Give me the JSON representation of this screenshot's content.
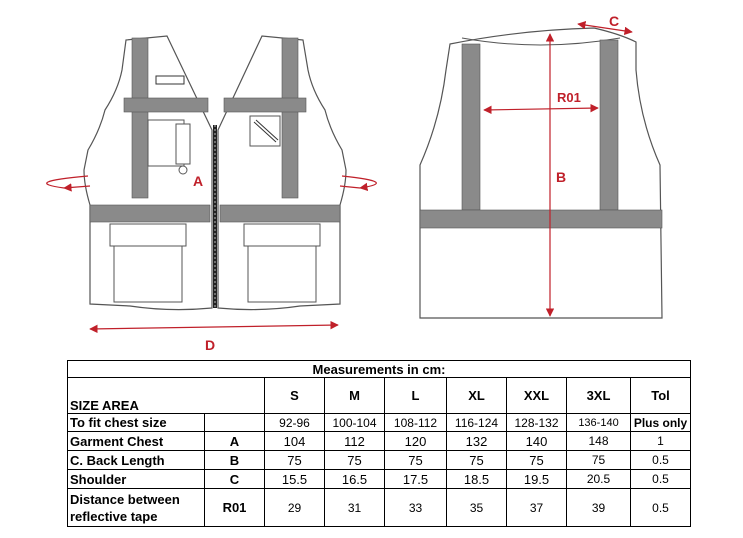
{
  "diagram": {
    "labels": {
      "chest": "A",
      "length": "B",
      "shoulder": "C",
      "hem": "D",
      "tape": "R01"
    },
    "accent_color": "#c0202a"
  },
  "table": {
    "title": "Measurements in cm:",
    "size_area_label": "SIZE AREA",
    "sizes": [
      "S",
      "M",
      "L",
      "XL",
      "XXL",
      "3XL"
    ],
    "tol_header": "Tol",
    "rows": [
      {
        "label": "To fit chest size",
        "code": "",
        "values": [
          "92-96",
          "100-104",
          "108-112",
          "116-124",
          "128-132",
          "136-140"
        ],
        "tol": "Plus only"
      },
      {
        "label": "Garment Chest",
        "code": "A",
        "values": [
          "104",
          "112",
          "120",
          "132",
          "140",
          "148"
        ],
        "tol": "1"
      },
      {
        "label": "C. Back Length",
        "code": "B",
        "values": [
          "75",
          "75",
          "75",
          "75",
          "75",
          "75"
        ],
        "tol": "0.5"
      },
      {
        "label": "Shoulder",
        "code": "C",
        "values": [
          "15.5",
          "16.5",
          "17.5",
          "18.5",
          "19.5",
          "20.5"
        ],
        "tol": "0.5"
      },
      {
        "label": "Distance between reflective tape",
        "code": "R01",
        "values": [
          "29",
          "31",
          "33",
          "35",
          "37",
          "39"
        ],
        "tol": "0.5"
      }
    ]
  }
}
